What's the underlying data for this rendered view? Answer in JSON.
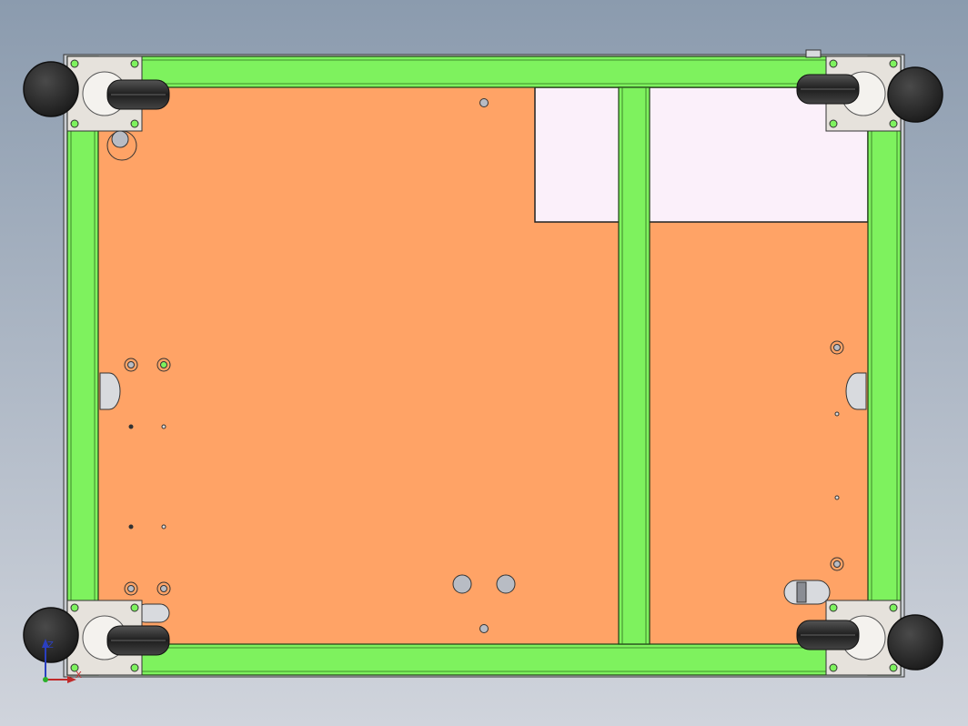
{
  "viewport": {
    "background_top": "#8b9bae",
    "background_bottom": "#d0d4dc"
  },
  "triad": {
    "z_label": "Z",
    "x_label": "X",
    "z_color": "#2a3fc0",
    "x_color": "#c02a2a"
  },
  "colors": {
    "frame_green": "#7ef25e",
    "frame_edge": "#1f3d14",
    "plate_orange": "#ffa366",
    "box_pink": "#fbf0fa",
    "wheel_dark": "#2b2b2b",
    "bracket_gray": "#e6e2dc",
    "side_gray": "#c9ccd2"
  },
  "model": {
    "casters": [
      {
        "corner": "top-left"
      },
      {
        "corner": "top-right"
      },
      {
        "corner": "bottom-left"
      },
      {
        "corner": "bottom-right"
      }
    ]
  }
}
